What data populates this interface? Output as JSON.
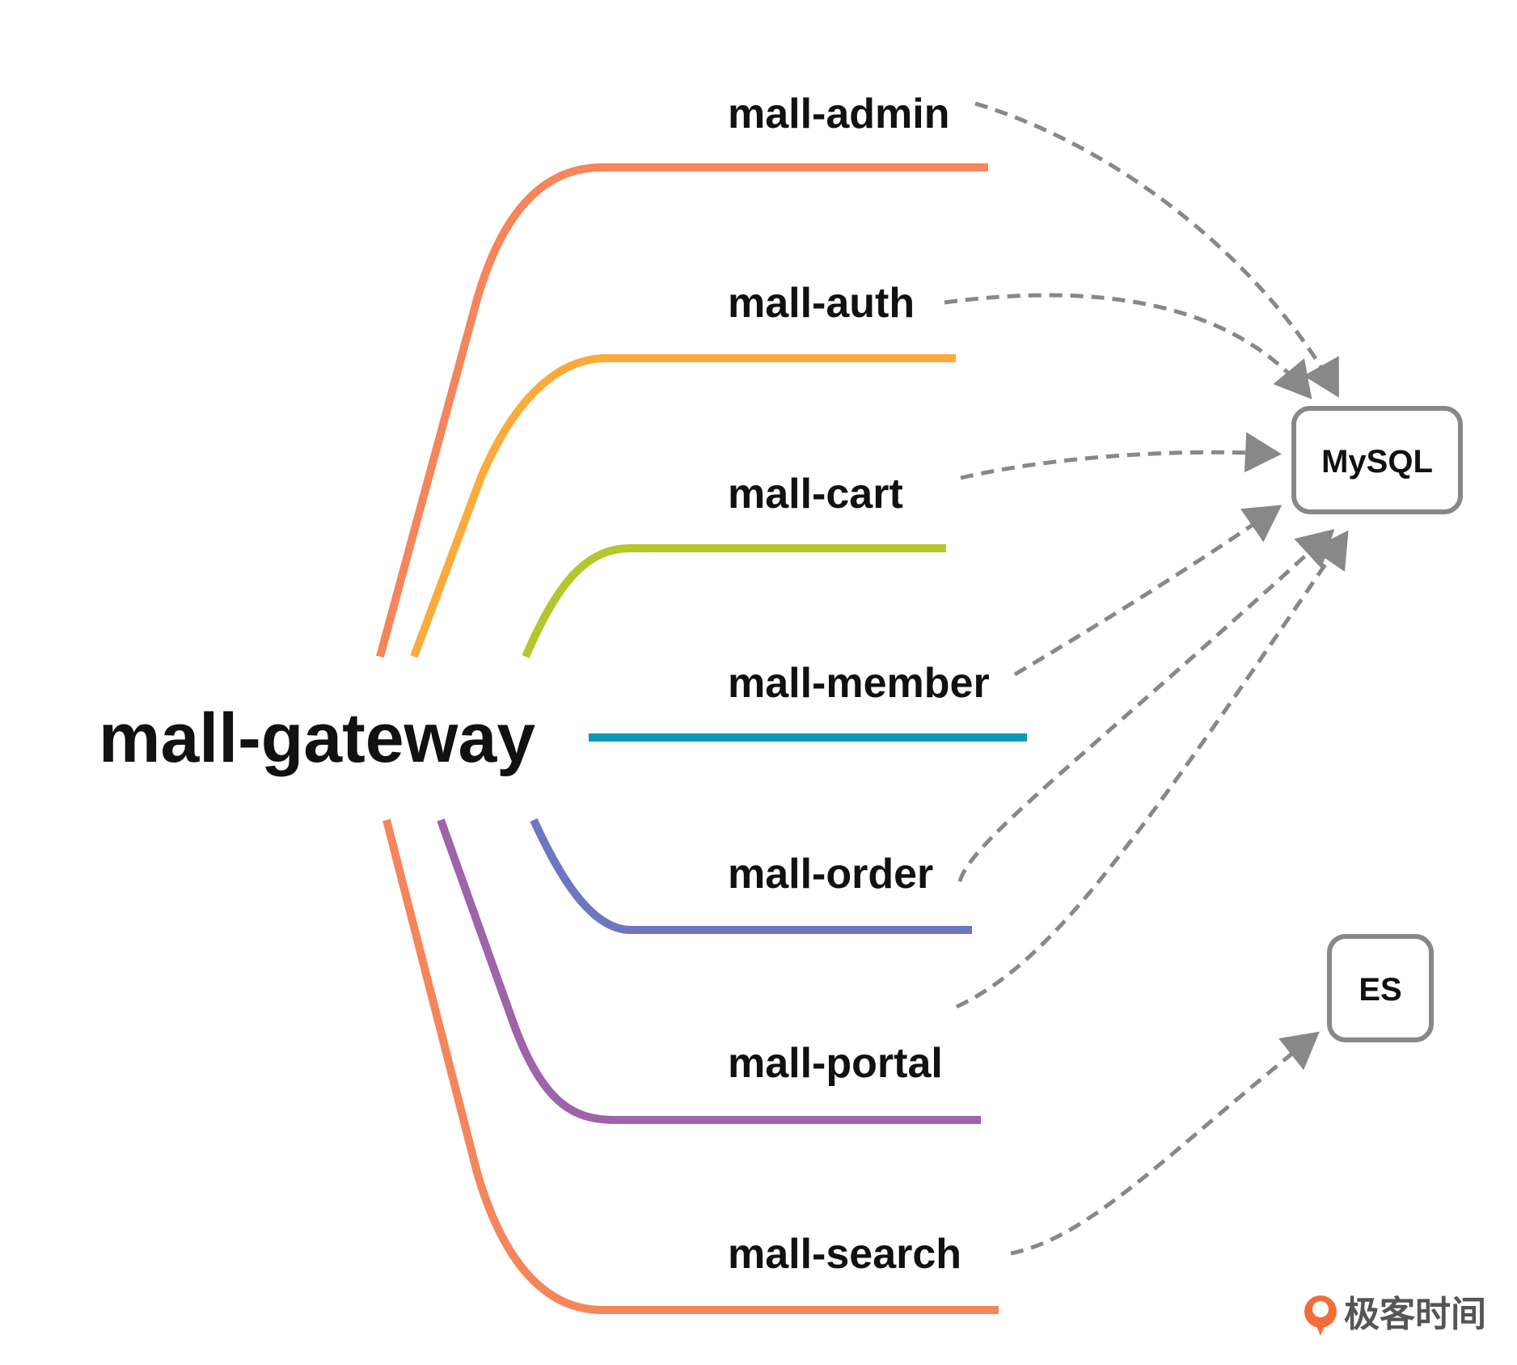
{
  "root": {
    "label": "mall-gateway"
  },
  "services": [
    {
      "id": "admin",
      "label": "mall-admin",
      "color": "#f5855b",
      "targets": [
        "MySQL"
      ]
    },
    {
      "id": "auth",
      "label": "mall-auth",
      "color": "#fbab3c",
      "targets": [
        "MySQL"
      ]
    },
    {
      "id": "cart",
      "label": "mall-cart",
      "color": "#b4c72d",
      "targets": [
        "MySQL"
      ]
    },
    {
      "id": "member",
      "label": "mall-member",
      "color": "#0a9ab8",
      "targets": [
        "MySQL"
      ]
    },
    {
      "id": "order",
      "label": "mall-order",
      "color": "#6e76c1",
      "targets": [
        "MySQL"
      ]
    },
    {
      "id": "portal",
      "label": "mall-portal",
      "color": "#9e63a8",
      "targets": [
        "MySQL"
      ]
    },
    {
      "id": "search",
      "label": "mall-search",
      "color": "#f5855b",
      "targets": [
        "ES"
      ]
    }
  ],
  "databases": [
    {
      "id": "mysql",
      "label": "MySQL"
    },
    {
      "id": "es",
      "label": "ES"
    }
  ],
  "watermark": {
    "text": "极客时间",
    "icon": "geektime-logo-icon",
    "color": "#f26d38"
  },
  "colors": {
    "arrow": "#888888",
    "box_border": "#888888",
    "text": "#111111"
  }
}
